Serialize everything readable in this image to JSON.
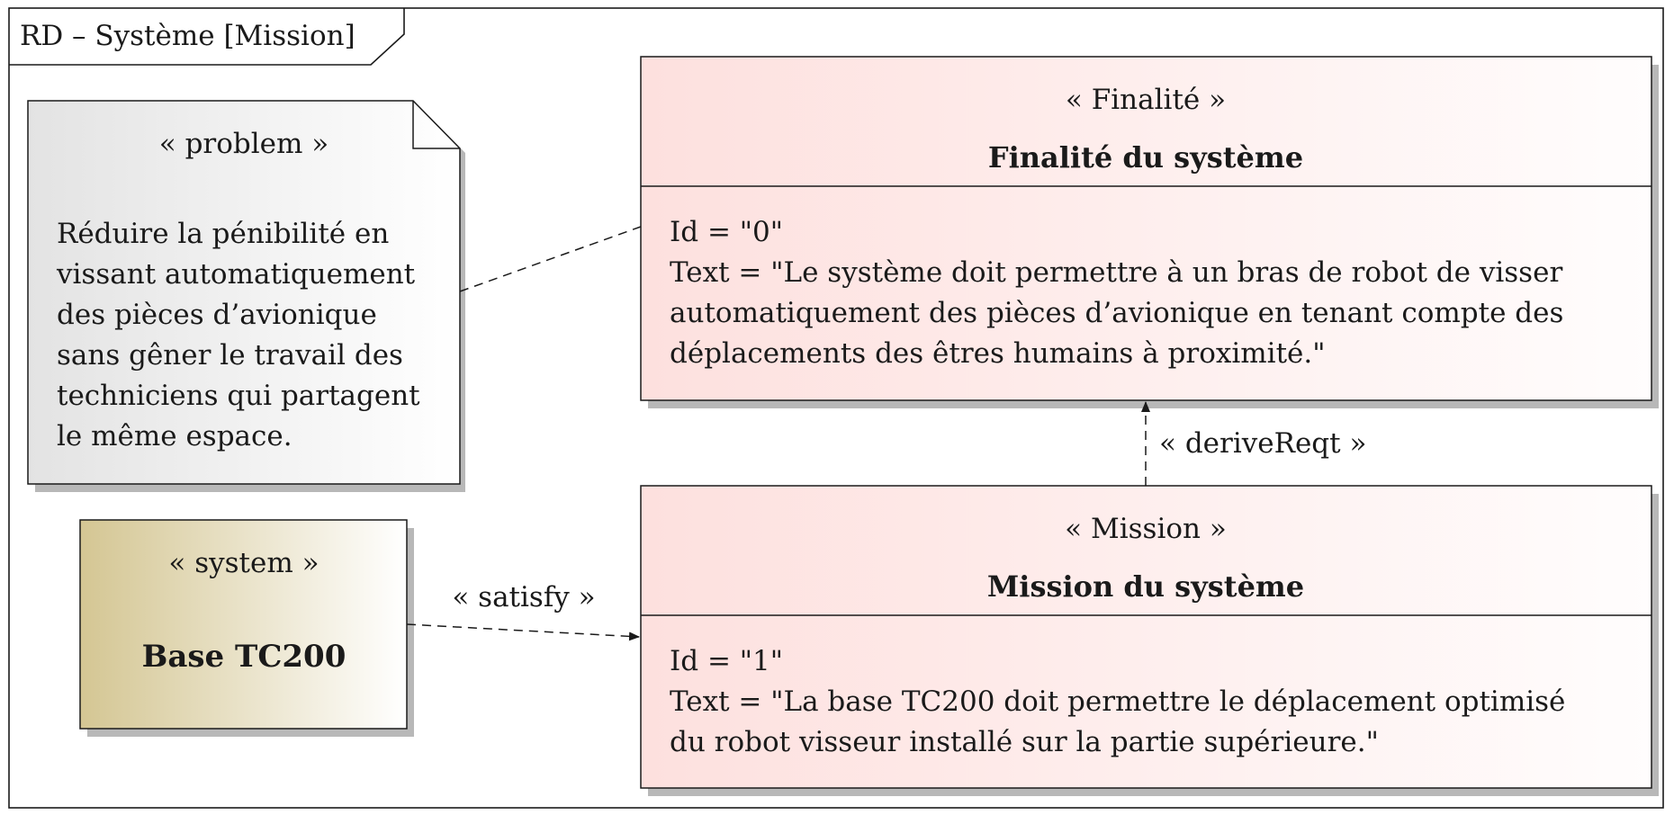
{
  "frame": {
    "title": "RD – Système [Mission]"
  },
  "problem_note": {
    "stereotype": "« problem »",
    "lines": [
      "Réduire la pénibilité en",
      "vissant automatiquement",
      "des pièces d’avionique",
      "sans gêner le travail des",
      "techniciens qui partagent",
      "le même espace."
    ]
  },
  "system_block": {
    "stereotype": "« system »",
    "name": "Base TC200"
  },
  "requirement_finalite": {
    "stereotype": "« Finalité »",
    "name": "Finalité du système",
    "id_line": "Id = \"0\"",
    "text_lines": [
      "Text = \"Le système doit permettre à un bras de robot de visser",
      "automatiquement des pièces d’avionique en tenant compte des",
      "déplacements des êtres humains à proximité.\""
    ]
  },
  "requirement_mission": {
    "stereotype": "« Mission »",
    "name": "Mission du système",
    "id_line": "Id = \"1\"",
    "text_lines": [
      "Text = \"La base TC200 doit permettre le déplacement optimisé",
      "du robot visseur installé sur la partie supérieure.\""
    ]
  },
  "relations": {
    "derive_label": "« deriveReqt »",
    "satisfy_label": "« satisfy »"
  },
  "colors": {
    "requirement_fill_left": "#fde0de",
    "requirement_fill_right": "#fffdfd",
    "problem_fill_left": "#e3e3e3",
    "problem_fill_right": "#ffffff",
    "system_fill_left": "#d4c693",
    "system_fill_right": "#ffffff",
    "shadow": "#b8b8b8",
    "stroke": "#1a1a1a"
  }
}
